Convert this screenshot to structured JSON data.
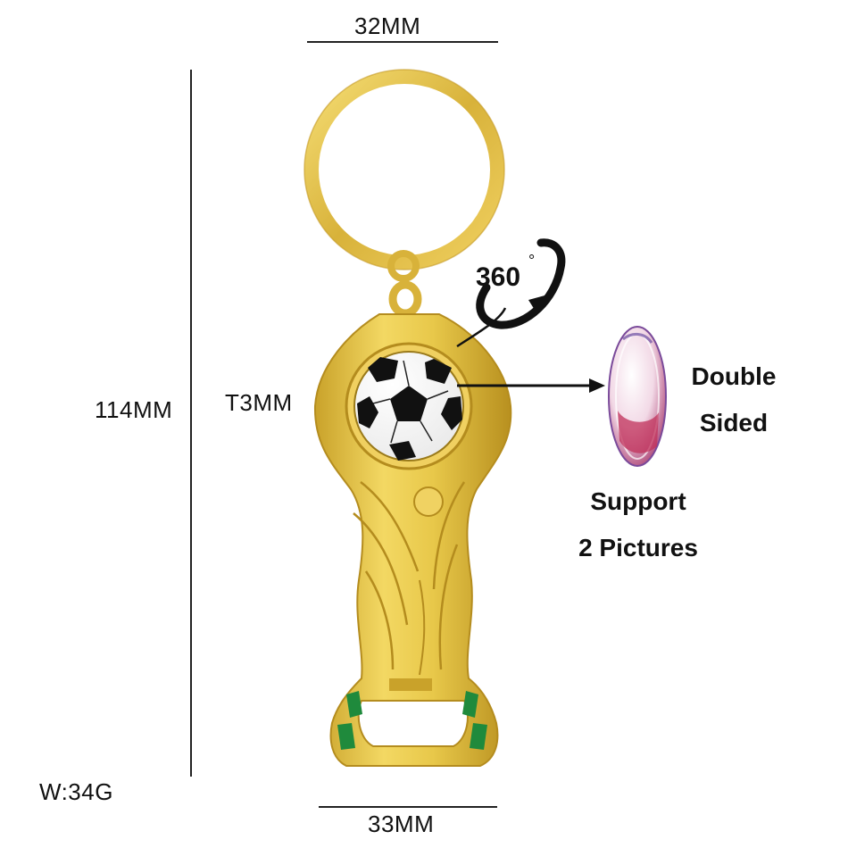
{
  "dimensions": {
    "top_width": "32MM",
    "height": "114MM",
    "thickness": "T3MM",
    "bottom_width": "33MM",
    "weight": "W:34G"
  },
  "rotation": {
    "label": "360",
    "unit_symbol": "°"
  },
  "callouts": {
    "double_sided_line1": "Double",
    "double_sided_line2": "Sided",
    "support_line1": "Support",
    "support_line2": "2 Pictures"
  },
  "colors": {
    "gold": "#e8c84a",
    "gold_dark": "#c9a22a",
    "gold_light": "#f7e7a0",
    "enamel_green": "#1f8a3c"
  }
}
